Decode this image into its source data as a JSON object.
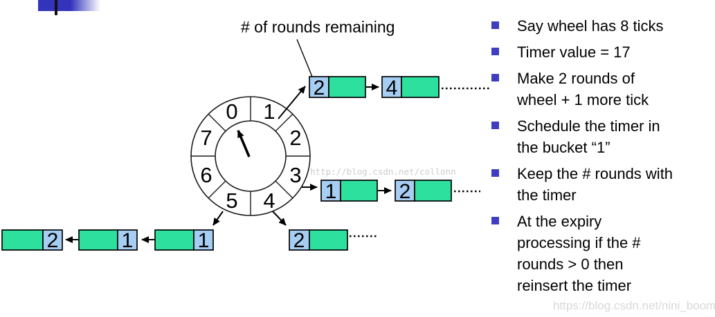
{
  "colors": {
    "node_green": "#2ee09e",
    "node_blue": "#a6cdf2",
    "bullet_marker": "#3e3ec0",
    "decor_bar": "#3333bb"
  },
  "diagram": {
    "annotation": "# of rounds remaining",
    "wheel": {
      "labels": [
        "0",
        "1",
        "2",
        "3",
        "4",
        "5",
        "6",
        "7"
      ]
    },
    "lists": [
      {
        "bucket": "1",
        "truncated": true,
        "nodes": [
          {
            "rounds": "2"
          },
          {
            "rounds": "4"
          }
        ]
      },
      {
        "bucket": "3",
        "truncated": true,
        "nodes": [
          {
            "rounds": "1"
          },
          {
            "rounds": "2"
          }
        ]
      },
      {
        "bucket": "5",
        "truncated": false,
        "nodes": [
          {
            "rounds": "2"
          },
          {
            "rounds": "1"
          },
          {
            "rounds": "1"
          }
        ]
      },
      {
        "bucket": "4",
        "truncated": true,
        "nodes": [
          {
            "rounds": "2"
          }
        ]
      }
    ]
  },
  "bullets": [
    {
      "lines": [
        "Say wheel has 8 ticks"
      ]
    },
    {
      "lines": [
        "Timer value = 17"
      ]
    },
    {
      "lines": [
        "Make 2 rounds of",
        "wheel + 1 more tick"
      ]
    },
    {
      "lines": [
        "Schedule the timer in",
        "the bucket “1”"
      ]
    },
    {
      "lines": [
        "Keep the # rounds with",
        "the timer"
      ]
    },
    {
      "lines": [
        "At the expiry",
        "processing if the #",
        "rounds > 0 then",
        "reinsert the timer"
      ]
    }
  ],
  "watermarks": {
    "inner": "http://blog.csdn.net/collonn",
    "bottom": "https://blog.csdn.net/nini_boom"
  }
}
